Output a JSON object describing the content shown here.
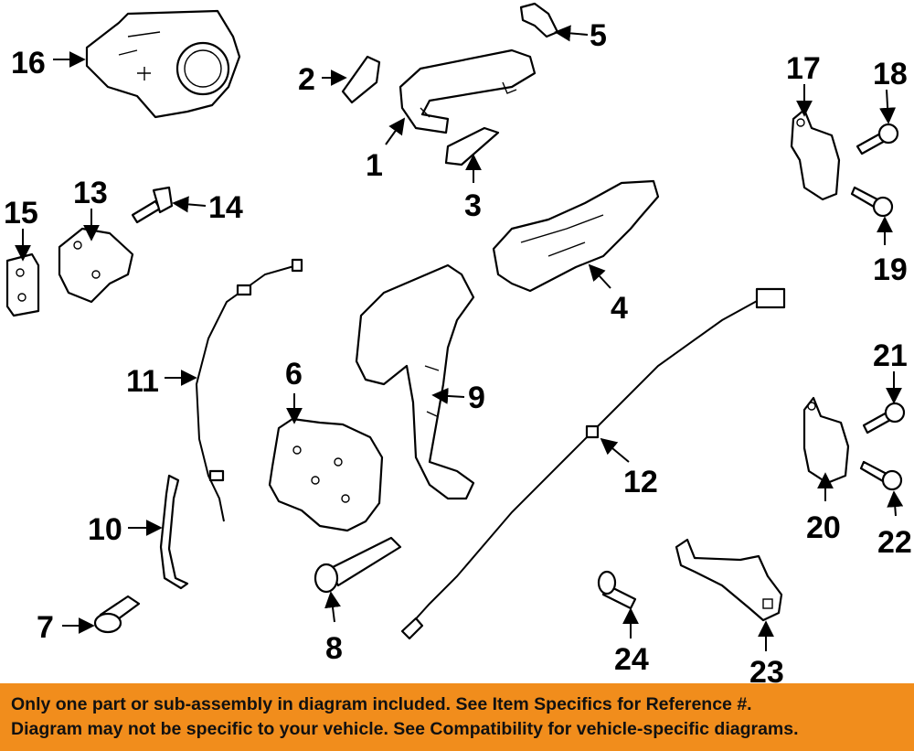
{
  "callouts": {
    "c1": "1",
    "c2": "2",
    "c3": "3",
    "c4": "4",
    "c5": "5",
    "c6": "6",
    "c7": "7",
    "c8": "8",
    "c9": "9",
    "c10": "10",
    "c11": "11",
    "c12": "12",
    "c13": "13",
    "c14": "14",
    "c15": "15",
    "c16": "16",
    "c17": "17",
    "c18": "18",
    "c19": "19",
    "c20": "20",
    "c21": "21",
    "c22": "22",
    "c23": "23",
    "c24": "24"
  },
  "banner": {
    "line1": "Only one part or sub-assembly in diagram included. See Item Specifics for Reference #.",
    "line2": "Diagram may not be specific to your vehicle. See Compatibility for vehicle-specific diagrams.",
    "background_color": "#f18d1c"
  }
}
